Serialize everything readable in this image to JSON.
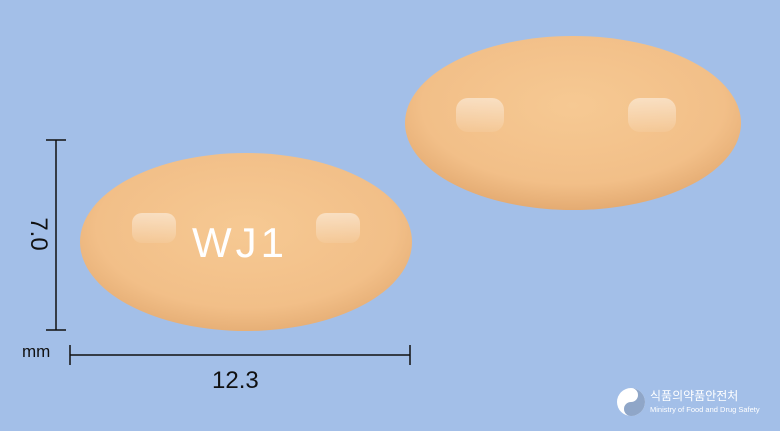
{
  "measurements": {
    "height_value": "7.0",
    "unit": "mm",
    "width_value": "12.3"
  },
  "pill": {
    "imprint": "WJ1",
    "color": "#f3c28c",
    "shape": "oval"
  },
  "background_color": "#a3bfe8",
  "logo": {
    "korean_name": "식품의약품안전처",
    "english_name": "Ministry of Food and Drug Safety"
  }
}
